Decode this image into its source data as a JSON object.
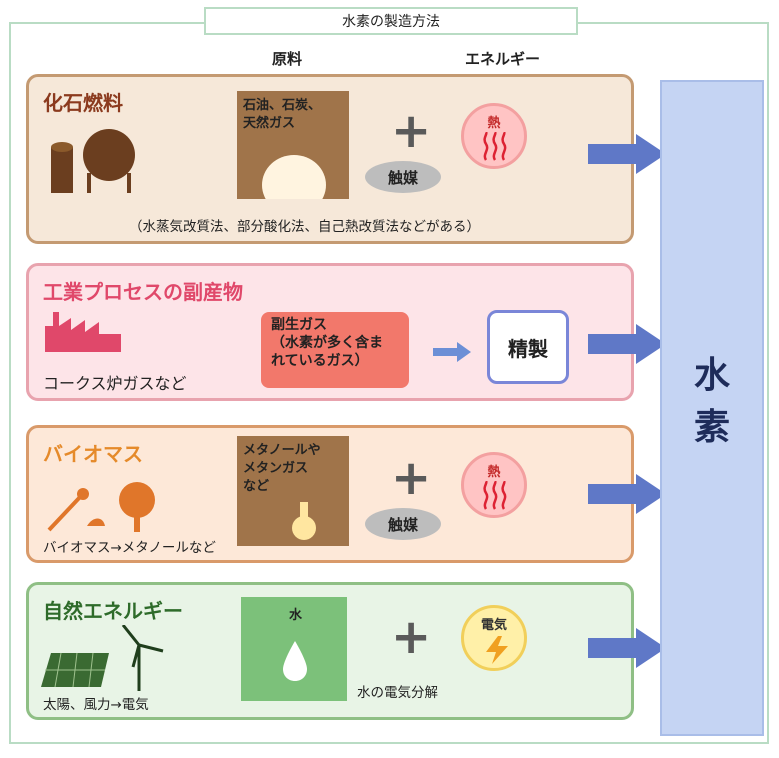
{
  "title": "水素の製造方法",
  "headers": {
    "raw": "原料",
    "energy": "エネルギー"
  },
  "hydrogen": {
    "line1": "水",
    "line2": "素"
  },
  "fossil": {
    "title": "化石燃料",
    "material": "石油、石炭、\n天然ガス",
    "catalyst": "触媒",
    "heat": "熱",
    "note": "（水蒸気改質法、部分酸化法、自己熱改質法などがある）",
    "colors": {
      "title": "#8b3a1e"
    }
  },
  "industrial": {
    "title": "工業プロセスの副産物",
    "sub": "コークス炉ガスなど",
    "gas": "副生ガス\n（水素が多く含ま\nれているガス）",
    "refine": "精製",
    "colors": {
      "title": "#e0486a"
    }
  },
  "biomass": {
    "title": "バイオマス",
    "material": "メタノールや\nメタンガス\nなど",
    "catalyst": "触媒",
    "heat": "熱",
    "note": "バイオマス→メタノールなど",
    "colors": {
      "title": "#e58a2a"
    }
  },
  "natural": {
    "title": "自然エネルギー",
    "material": "水",
    "electricity": "電気",
    "note": "水の電気分解",
    "sub": "太陽、風力→電気",
    "colors": {
      "title": "#2e6b2a"
    }
  }
}
